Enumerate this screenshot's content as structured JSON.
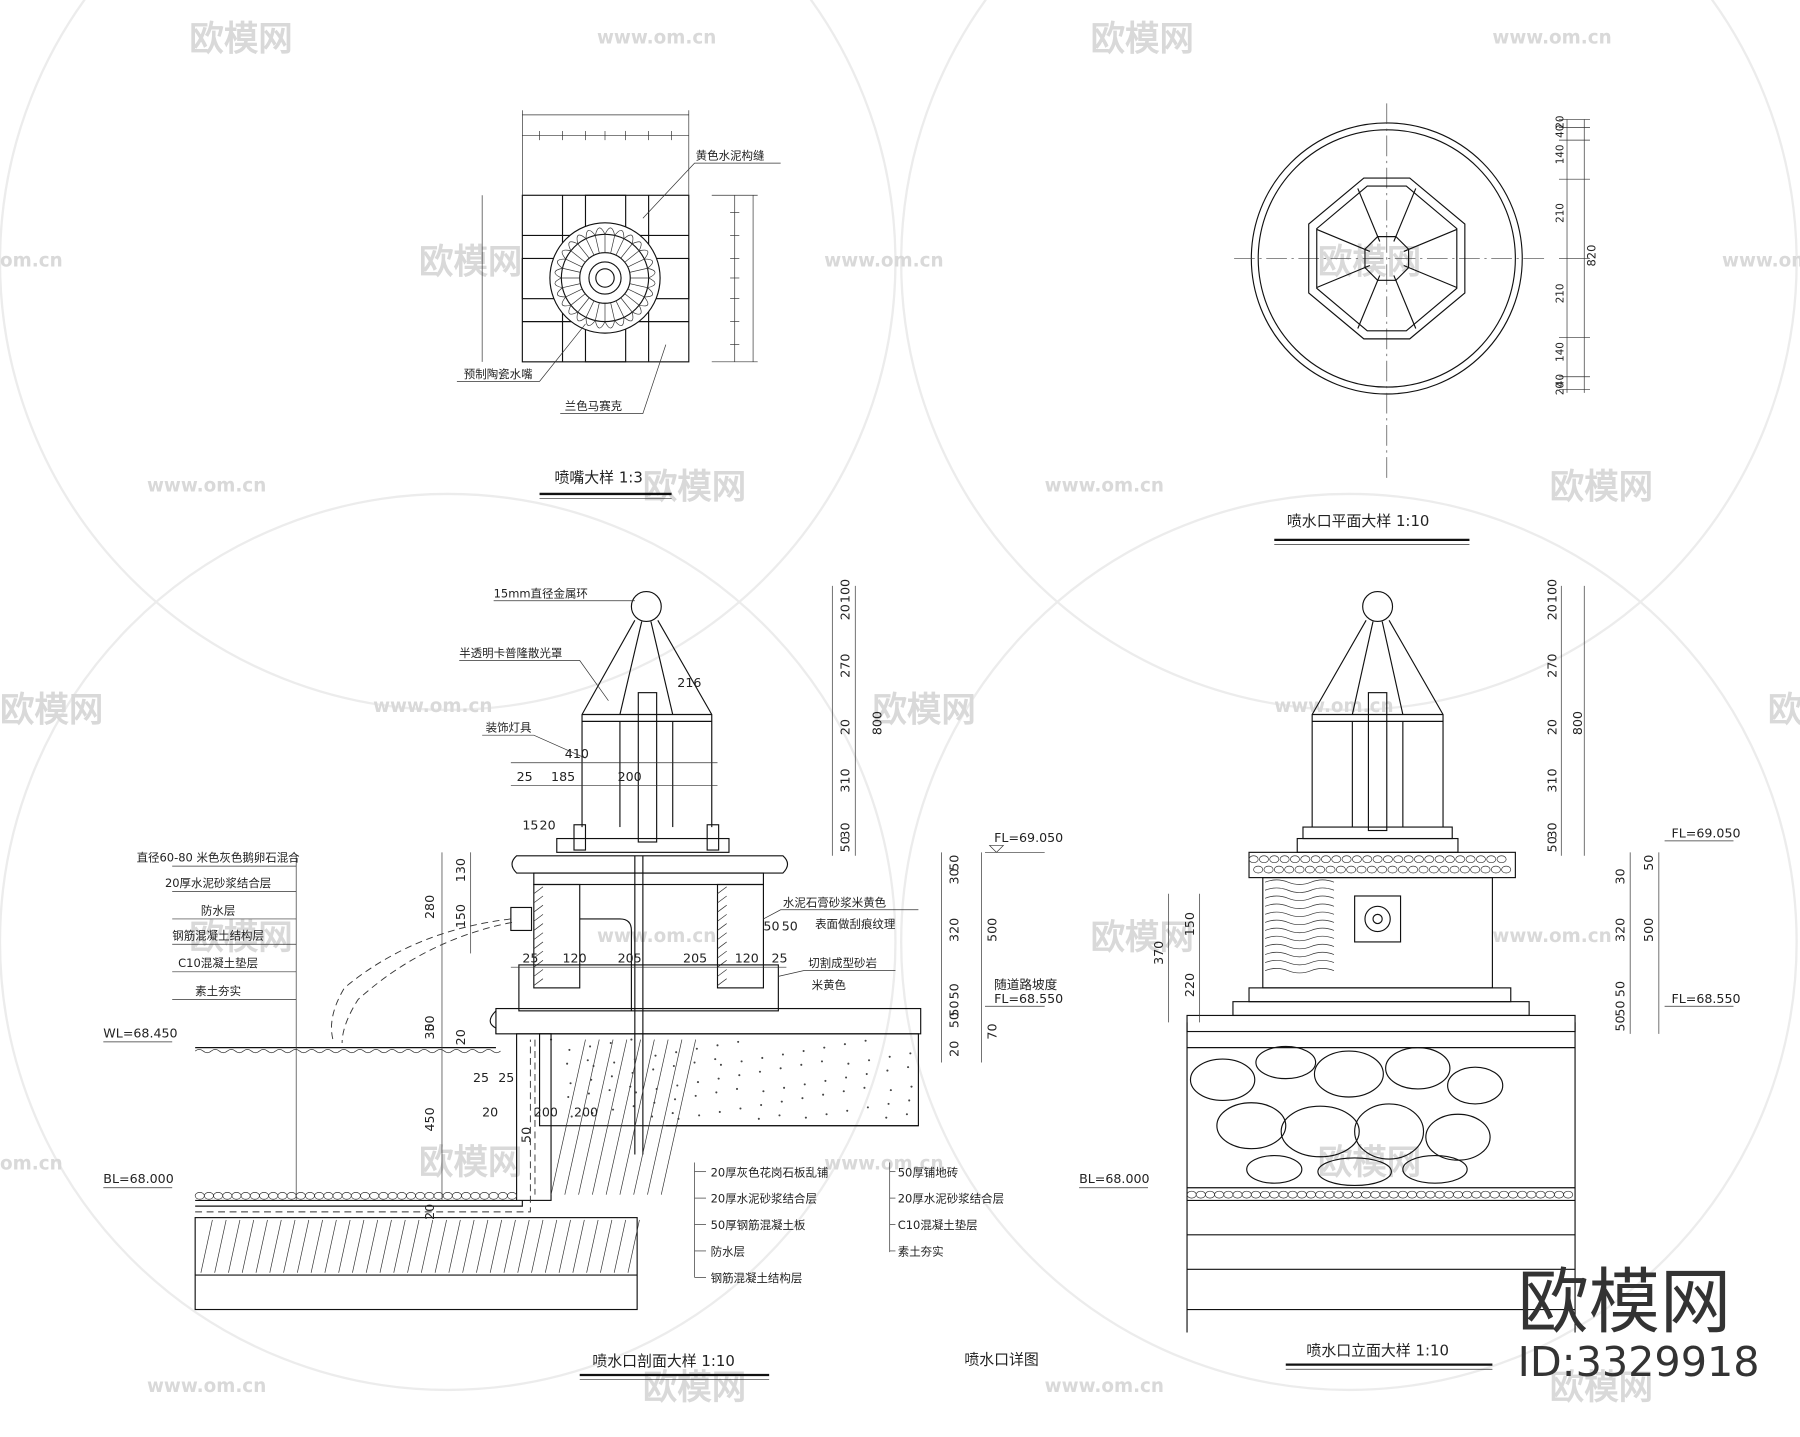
{
  "watermark": {
    "brand": "欧模网",
    "site": "www.om.cn",
    "site_short": "om.cn"
  },
  "corner_brand": {
    "logo_text": "欧模网",
    "id_text": "ID:3329918"
  },
  "views": {
    "nozzle": {
      "title": "喷嘴大样  1:3",
      "labels": {
        "grout": "黄色水泥构缝",
        "precast": "预制陶瓷水嘴",
        "mosaic": "兰色马赛克"
      }
    },
    "plan": {
      "title": "喷水口平面大样  1:10",
      "dims": [
        "20",
        "40",
        "140",
        "210",
        "210",
        "140",
        "40",
        "20",
        "820"
      ]
    },
    "section": {
      "title": "喷水口剖面大样  1:10",
      "top_labels": {
        "ring": "15mm直径金属环",
        "cover": "半透明卡普隆散光罩",
        "lamp": "装饰灯具"
      },
      "left_layers": [
        "直径60-80 米色灰色鹅卵石混合",
        "20厚水泥砂浆结合层",
        "防水层",
        "钢筋混凝土结构层",
        "C10混凝土垫层",
        "素土夯实"
      ],
      "right_labels": {
        "paint1": "水泥石膏砂浆米黄色",
        "paint2": "表面做刮痕纹理",
        "stone1": "切割成型砂岩",
        "stone2": "米黄色",
        "slope": "随道路坡度"
      },
      "bottom_left": [
        "20厚灰色花岗石板乱铺",
        "20厚水泥砂浆结合层",
        "50厚钢筋混凝土板",
        "防水层",
        "钢筋混凝土结构层"
      ],
      "bottom_right": [
        "50厚铺地砖",
        "20厚水泥砂浆结合层",
        "C10混凝土垫层",
        "素土夯实"
      ],
      "elevations": {
        "fl_top": "FL=69.050",
        "fl_low": "FL=68.550",
        "wl": "WL=68.450",
        "bl": "BL=68.000"
      },
      "dims_h": [
        "216",
        "410",
        "25",
        "185",
        "200",
        "15",
        "20",
        "25",
        "120",
        "205",
        "205",
        "120",
        "25",
        "50",
        "50",
        "25",
        "25",
        "20",
        "200",
        "200"
      ],
      "dims_v_right": [
        "20",
        "100",
        "270",
        "20",
        "310",
        "30",
        "50",
        "800",
        "50",
        "30",
        "320",
        "500",
        "50",
        "50",
        "50",
        "70",
        "20"
      ],
      "dims_v_left": [
        "280",
        "130",
        "150",
        "50",
        "30",
        "20",
        "450",
        "50",
        "20"
      ]
    },
    "elevation": {
      "title": "喷水口立面大样  1:10",
      "fl_top": "FL=69.050",
      "fl_low": "FL=68.550",
      "bl": "BL=68.000",
      "dims_left": [
        "150",
        "370",
        "220"
      ],
      "dims_right": [
        "20",
        "100",
        "270",
        "20",
        "800",
        "310",
        "30",
        "50",
        "50",
        "30",
        "320",
        "500",
        "50",
        "50",
        "50"
      ]
    }
  },
  "sheet_title": "喷水口详图"
}
